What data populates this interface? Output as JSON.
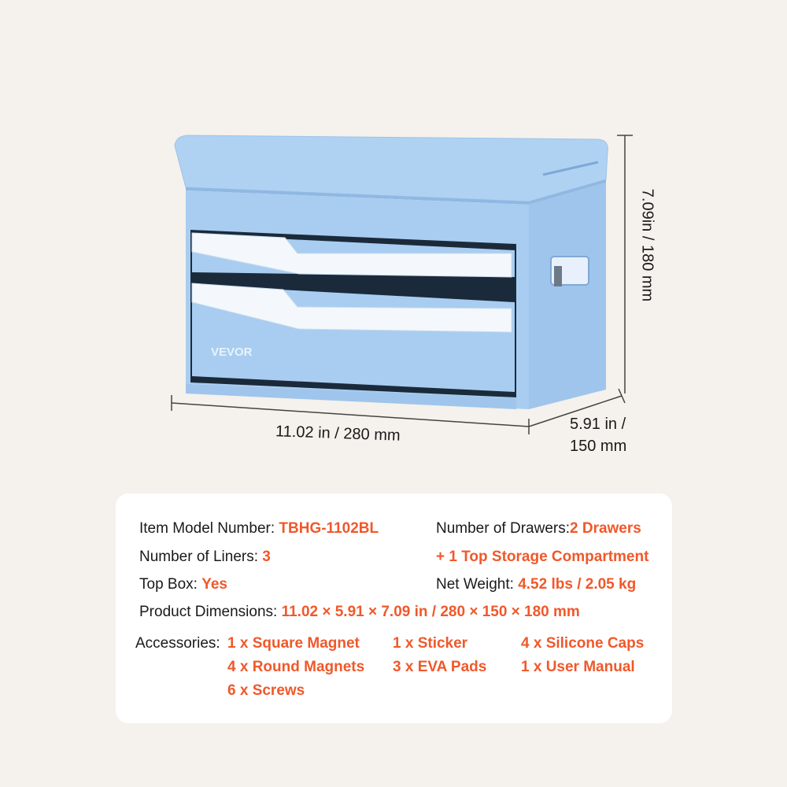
{
  "brand_logo": "VEVOR",
  "dimensions": {
    "width_label": "11.02 in / 280 mm",
    "depth_label_line1": "5.91 in /",
    "depth_label_line2": "150 mm",
    "height_label": "7.09in / 180 mm"
  },
  "colors": {
    "background": "#f5f1ec",
    "card": "#ffffff",
    "accent": "#f0582a",
    "box_blue": "#a9cdf0",
    "box_blue_dark": "#8fb8e3"
  },
  "specs": {
    "model_label": "Item Model Number:",
    "model_value": "TBHG-1102BL",
    "drawers_label": "Number of Drawers:",
    "drawers_value": "2 Drawers",
    "drawers_value_extra": "+ 1 Top Storage Compartment",
    "liners_label": "Number of Liners:",
    "liners_value": "3",
    "topbox_label": "Top Box:",
    "topbox_value": "Yes",
    "weight_label": "Net Weight:",
    "weight_value": "4.52 lbs / 2.05 kg",
    "dims_label": "Product Dimensions:",
    "dims_value": "11.02 × 5.91 × 7.09 in / 280 × 150 × 180 mm",
    "accessories_label": "Accessories:",
    "accessories": [
      "1 x Square Magnet",
      "1 x Sticker",
      "4 x Silicone Caps",
      "4 x Round Magnets",
      "3 x EVA Pads",
      "1 x User Manual",
      "6 x Screws"
    ]
  }
}
